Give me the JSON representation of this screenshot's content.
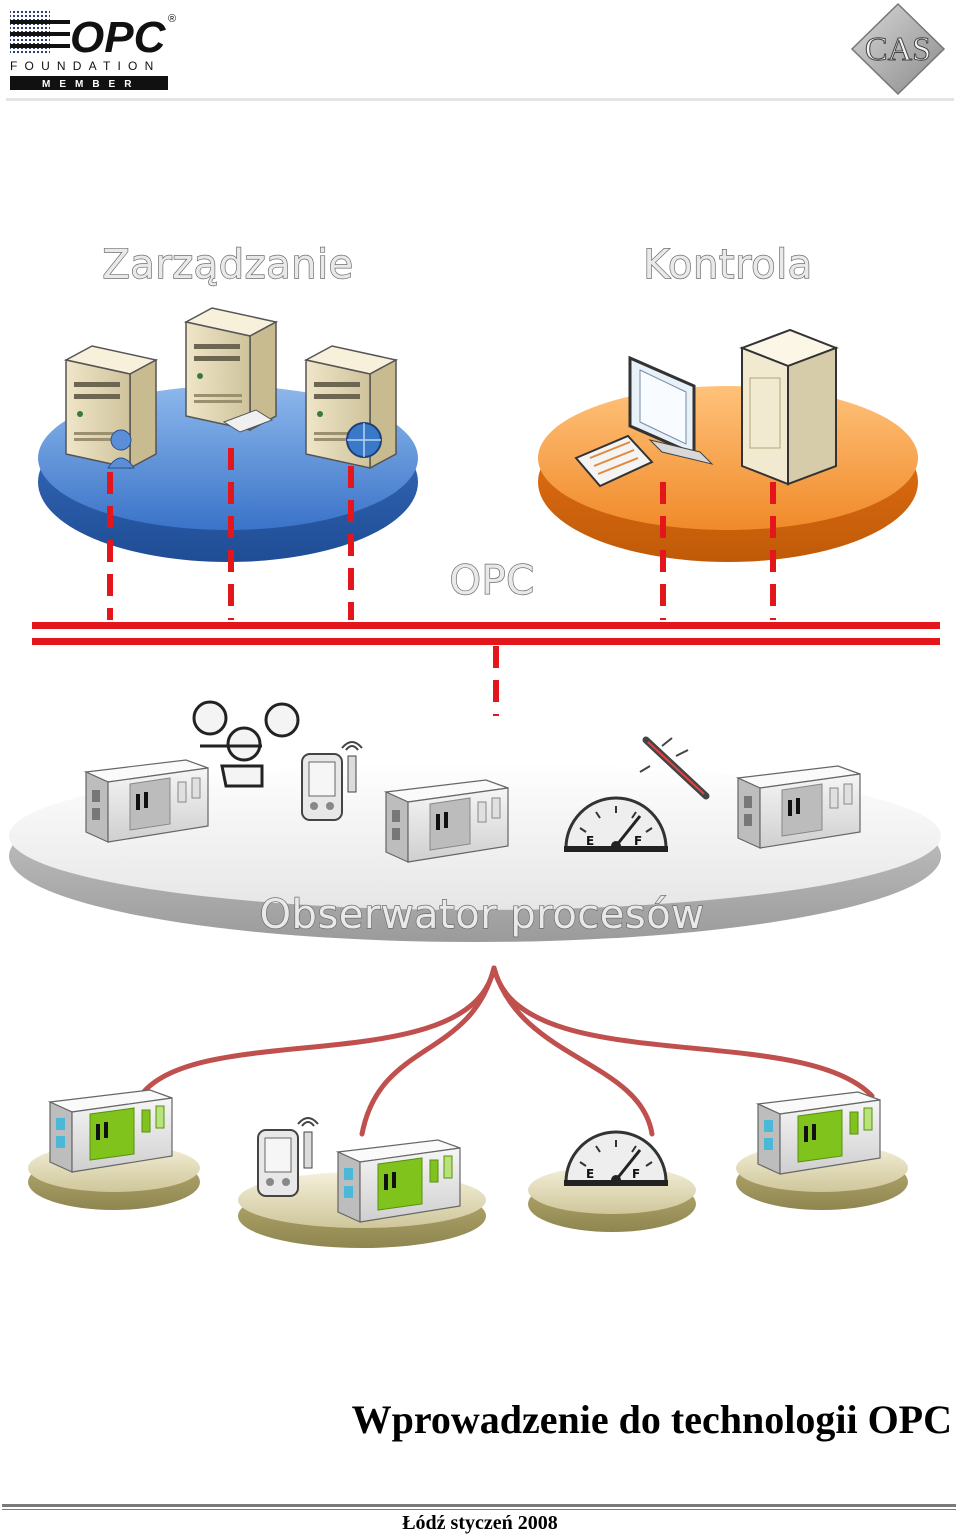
{
  "header": {
    "opc_logo": {
      "main": "OPC",
      "line1": "FOUNDATION",
      "line2": "MEMBER",
      "registered": "®"
    },
    "cas_logo": {
      "text": "CAS"
    }
  },
  "diagram": {
    "labels": {
      "management": "Zarządzanie",
      "control": "Kontrola",
      "bus": "OPC",
      "observer": "Obserwator procesów"
    },
    "colors": {
      "management_platform": "#3f7fd0",
      "control_platform": "#f08020",
      "bus": "#e3161b",
      "field_links": "#c0504d",
      "field_platforms": "#b5ab72",
      "controller_green": "#7fc31c",
      "controller_cyan": "#4bb8d8"
    },
    "gauge": {
      "empty_mark": "E",
      "full_mark": "F"
    }
  },
  "document": {
    "title": "Wprowadzenie do technologii OPC",
    "footer": "Łódź styczeń 2008"
  }
}
